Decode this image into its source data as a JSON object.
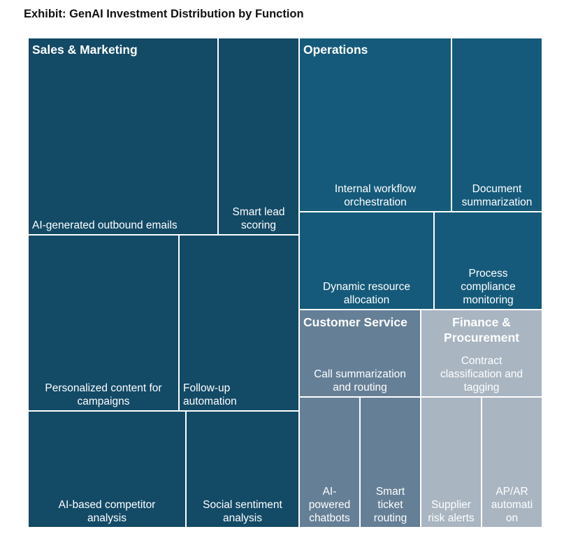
{
  "title": "Exhibit: GenAI Investment Distribution by Function",
  "chart_data": {
    "type": "treemap",
    "title": "Exhibit: GenAI Investment Distribution by Function",
    "groups": [
      {
        "name": "Sales & Marketing",
        "color": "#134a66",
        "items": [
          {
            "label": "AI-generated outbound emails",
            "value": 20.4
          },
          {
            "label": "Smart lead scoring",
            "value": 8.2
          },
          {
            "label": "Personalized content for campaigns",
            "value": 14.1
          },
          {
            "label": "Follow-up automation",
            "value": 9.4
          },
          {
            "label": "AI-based competitor analysis",
            "value": 10.1
          },
          {
            "label": "Social sentiment analysis",
            "value": 8.4
          }
        ]
      },
      {
        "name": "Operations",
        "color": "#155a7a",
        "items": [
          {
            "label": "Internal workflow orchestration",
            "value": 11.0
          },
          {
            "label": "Document summarization",
            "value": 5.8
          },
          {
            "label": "Dynamic resource allocation",
            "value": 5.3
          },
          {
            "label": "Process compliance monitoring",
            "value": 4.2
          }
        ]
      },
      {
        "name": "Customer Service",
        "color": "#657f96",
        "items": [
          {
            "label": "Call summarization and routing",
            "value": 3.5
          },
          {
            "label": "AI-powered chatbots",
            "value": 2.9
          },
          {
            "label": "Smart ticket routing",
            "value": 2.9
          }
        ]
      },
      {
        "name": "Finance & Procurement",
        "color": "#a9b5c1",
        "items": [
          {
            "label": "Contract classification and tagging",
            "value": 3.5
          },
          {
            "label": "Supplier risk alerts",
            "value": 2.9
          },
          {
            "label": "AP/AR automation",
            "value": 2.9
          }
        ]
      }
    ]
  }
}
